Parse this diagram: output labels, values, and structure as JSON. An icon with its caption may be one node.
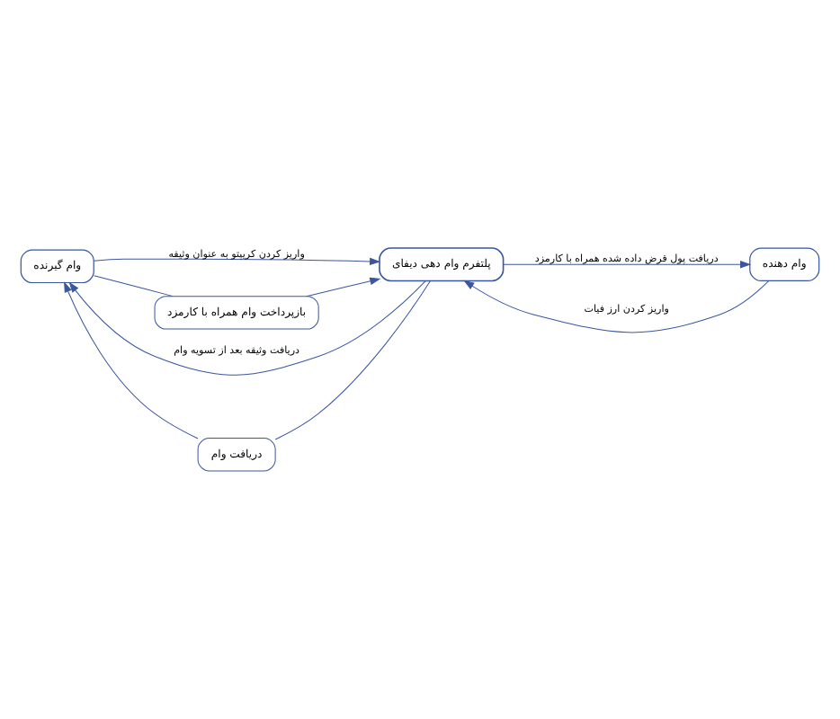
{
  "diagram": {
    "nodes": [
      {
        "text": [
          "وام گیرنده"
        ]
      },
      {
        "text": [
          "پلتفرم وام دهی دیفای"
        ]
      },
      {
        "text": [
          "وام دهنده"
        ]
      },
      {
        "text": [
          "دریافت وام"
        ]
      },
      {
        "text": [
          "بازپرداخت وام همراه با کارمزد"
        ]
      }
    ],
    "edges": [
      {
        "from": 0,
        "to": 1,
        "arrow": "to",
        "label": "واریز کردن کریپتو به عنوان وثیقه"
      },
      {
        "from": 2,
        "to": 1,
        "arrow": "to",
        "label": "واریز کردن ارز فیات"
      },
      {
        "from": 1,
        "to": 3,
        "arrow": "none"
      },
      {
        "from": 3,
        "to": 0,
        "arrow": "to"
      },
      {
        "from": 0,
        "to": 4,
        "arrow": "none"
      },
      {
        "from": 4,
        "to": 1,
        "arrow": "to"
      },
      {
        "from": 1,
        "to": 0,
        "arrow": "to",
        "label": "دریافت وثیقه بعد از تسویه وام"
      },
      {
        "from": 1,
        "to": 2,
        "arrow": "to",
        "label": "دریافت پول قرض داده شده همراه با کارمزد"
      }
    ]
  }
}
